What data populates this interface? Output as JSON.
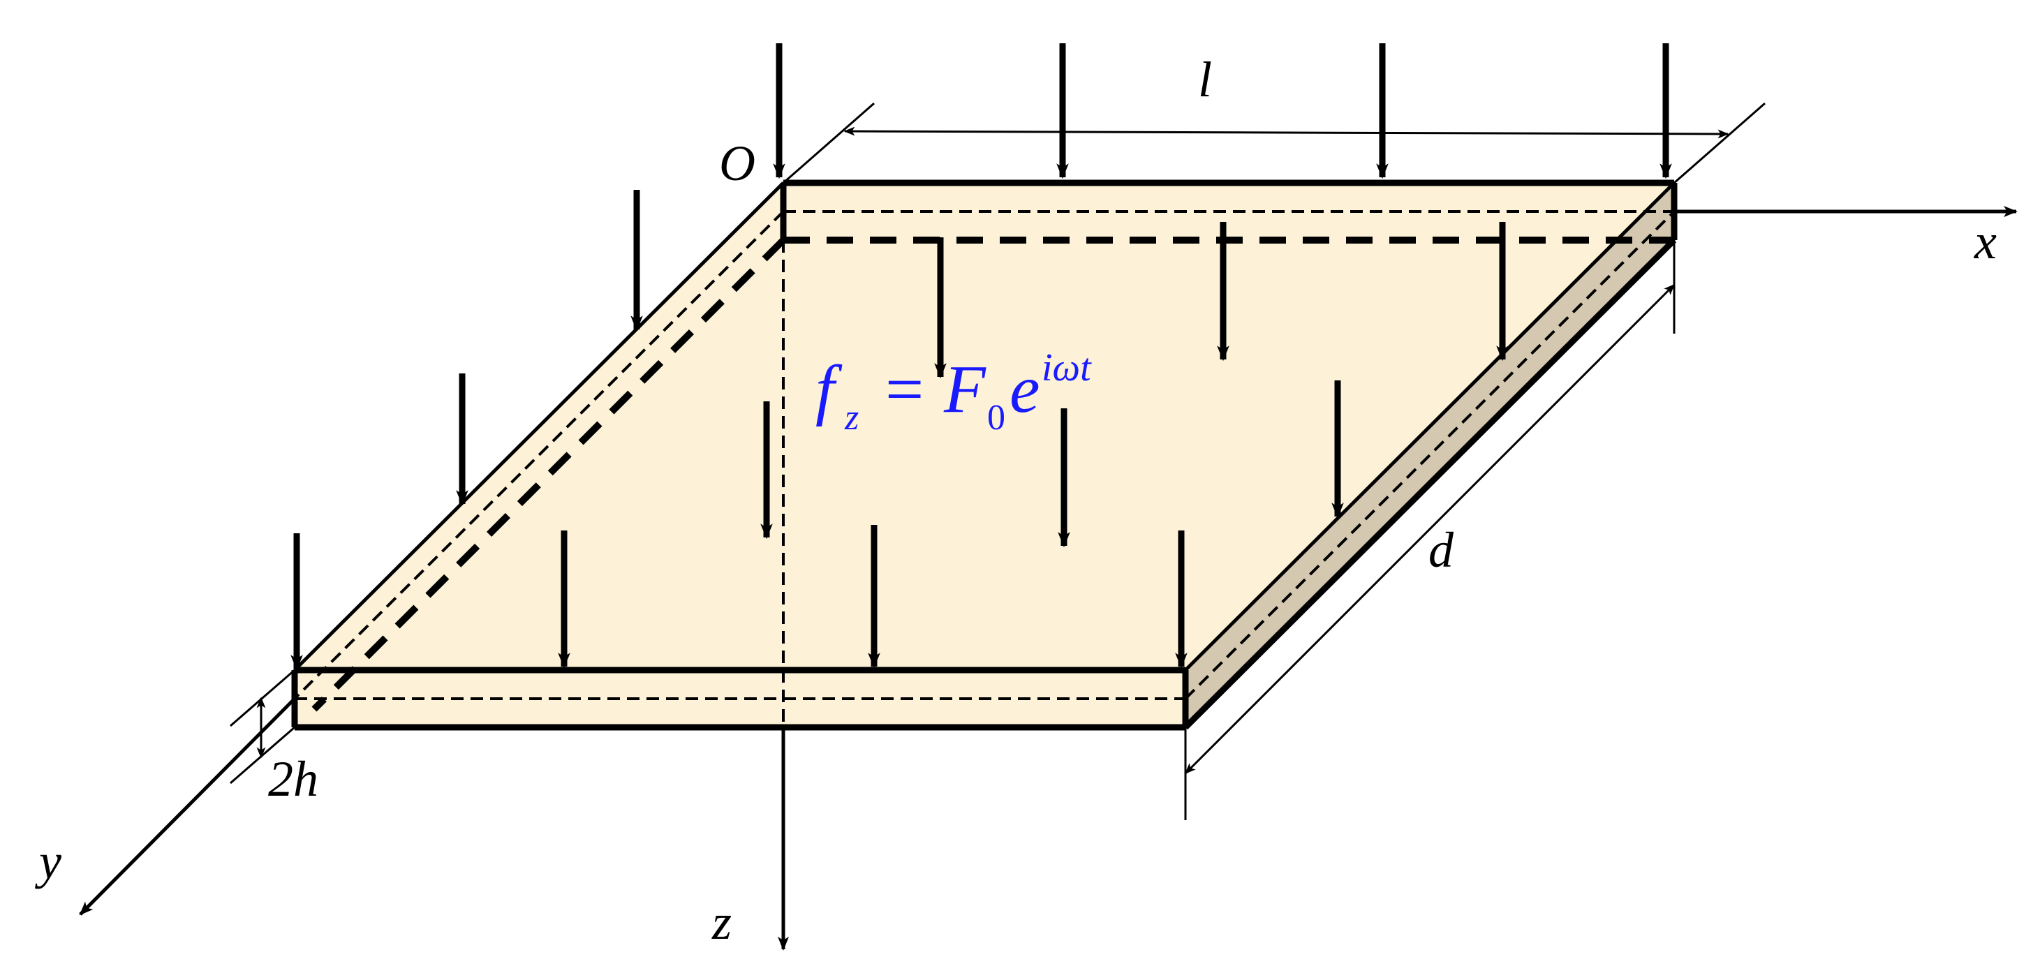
{
  "labels": {
    "origin": "O",
    "x_axis": "x",
    "y_axis": "y",
    "z_axis": "z",
    "length": "l",
    "width": "d",
    "thickness": "2h"
  },
  "formula": {
    "f": "f",
    "f_sub": "z",
    "equals": "=",
    "F": "F",
    "F_sub": "0",
    "e": "e",
    "exponent": "iωt"
  },
  "colors": {
    "plate_face": "#fdf2d8",
    "plate_side": "#d5c8b0",
    "ink": "#000000",
    "formula": "#1a1aff"
  }
}
